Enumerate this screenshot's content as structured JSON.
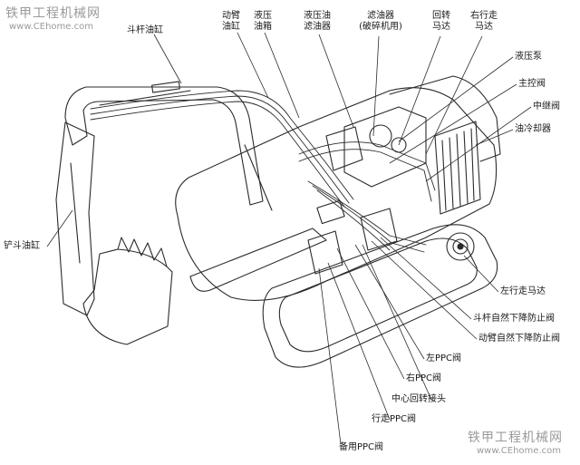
{
  "watermark": {
    "top_name": "铁甲工程机械网",
    "top_url": "www.CEhome.com",
    "bottom_name": "铁甲工程机械网",
    "bottom_url": "www.CEhome.com"
  },
  "labels": {
    "bucket_cyl": "斗杆油缸",
    "boom_cyl_1": "动臂",
    "boom_cyl_2": "油缸",
    "tank_1": "液压",
    "tank_2": "油箱",
    "filter_1": "液压油",
    "filter_2": "滤油器",
    "breaker_1": "滤油器",
    "breaker_2": "(破碎机用)",
    "swing_1": "回转",
    "swing_2": "马达",
    "right_travel_1": "右行走",
    "right_travel_2": "马达",
    "pump": "液压泵",
    "main_valve": "主控阀",
    "center_valve": "中继阀",
    "oil_cooler": "油冷却器",
    "shovel_cyl": "铲斗油缸",
    "left_travel": "左行走马达",
    "arm_drop": "斗杆自然下降防止阀",
    "boom_drop": "动臂自然下降防止阀",
    "left_ppc": "左PPC阀",
    "right_ppc": "右PPC阀",
    "center_swivel": "中心回转接头",
    "travel_ppc": "行走PPC阀",
    "spare_ppc": "备用PPC阀"
  },
  "colors": {
    "line": "#2b2b2b",
    "body_fill": "#ffffff",
    "watermark": "#9a9a9a"
  }
}
